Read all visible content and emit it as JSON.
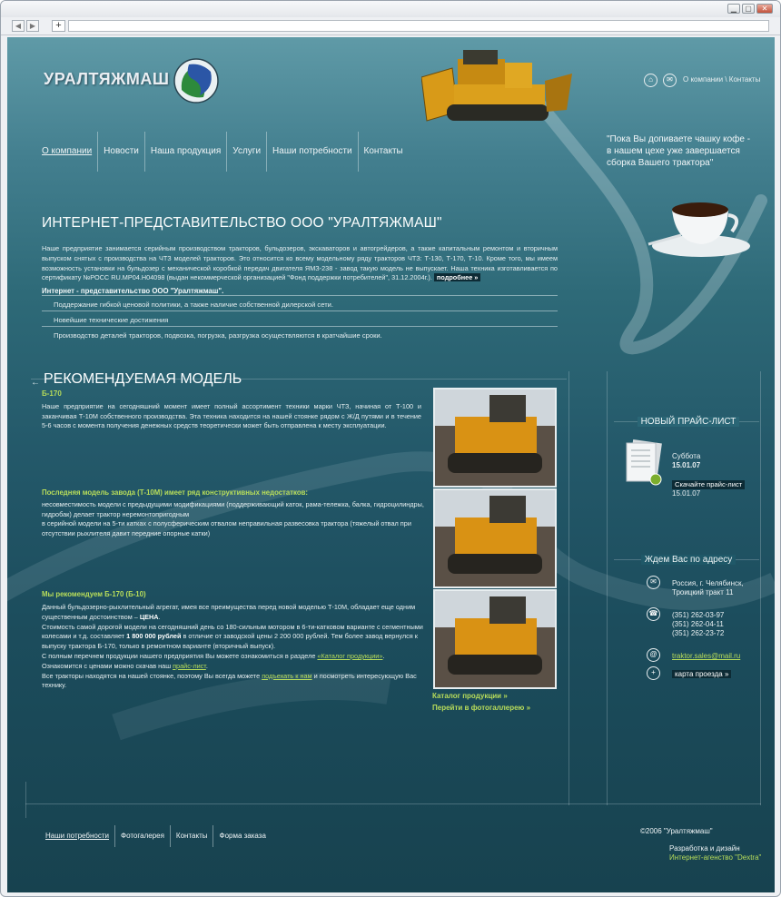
{
  "browser": {
    "minimize": "▁",
    "maximize": "▢",
    "close": "✕",
    "back": "◀",
    "forward": "▶",
    "new_tab": "+"
  },
  "site": {
    "logo_text": "УРАЛТЯЖМАШ",
    "top_links": "О компании \\ Контакты",
    "nav": [
      "О компании",
      "Новости",
      "Наша продукция",
      "Услуги",
      "Наши потребности",
      "Контакты"
    ],
    "quote": "\"Пока Вы допиваете чашку кофе - в нашем цехе уже завершается сборка Вашего трактора\""
  },
  "intro": {
    "title": "ИНТЕРНЕТ-ПРЕДСТАВИТЕЛЬСТВО ООО \"УРАЛТЯЖМАШ\"",
    "text": "Наше предприятие занимается серийным производством тракторов, бульдозеров, экскаваторов и автогрейдеров, а также капитальным ремонтом и вторичным выпуском снятых с производства на ЧТЗ моделей тракторов. Это относится ко всему модельному ряду тракторов ЧТЗ: Т-130, Т-170, Т-10. Кроме того, мы имеем возможность установки на бульдозер с механической коробкой передач двигателя ЯМЗ-238 - завод такую модель не выпускает. Наша техника изготавливается по сертификату №РОСС RU.МР04.Н04098 (выдан некоммерческой организацией \"Фонд поддержки потребителей\", 31.12.2004г.).",
    "more": "подробнее »",
    "subhead": "Интернет - представительство ООО \"Уралтяжмаш\".",
    "items": [
      "Поддержание гибкой ценовой политики, а также наличие собственной дилерской сети.",
      "Новейшие технические достижения",
      "Производство деталей тракторов, подвозка, погрузка, разгрузка осуществляются в кратчайшие сроки."
    ]
  },
  "recommended": {
    "title": "РЕКОМЕНДУЕМАЯ МОДЕЛЬ",
    "model": "Б-170",
    "p1": "Наше предприятие на сегодняшний момент имеет полный ассортимент техники марки ЧТЗ, начиная от Т-100 и заканчивая Т-10М собственного производства. Эта техника находится на нашей стоянке рядом с Ж/Д путями и в течение 5-6 часов с момента получения денежных средств теоретически может быть отправлена к месту эксплуатации.",
    "h_defects": "Последняя модель завода (Т-10М) имеет ряд конструктивных недостатков:",
    "defect_lines": [
      "несовместимость модели с предыдущими модификациями (поддерживающий каток, рама-тележка, балка, гидроцилиндры, гидробак) делает трактор неремонтопригодным",
      "в серийной модели на 5-ти катках с полусферическим отвалом неправильная развесовка трактора (тяжелый отвал при отсутствии рыхлителя давит передние опорные катки)"
    ],
    "h_recommend": "Мы рекомендуем Б-170 (Б-10)",
    "rec_1": "Данный бульдозерно-рыхлительный агрегат, имея все преимущества перед новой моделью Т-10М, обладает еще одним существенным достоинством – ",
    "rec_1_bold": "ЦЕНА",
    "rec_2": "Стоимость самой дорогой модели на сегодняшний день со 180-сильным мотором в 6-ти-катковом варианте с сегментными колесами и т.д. составляет ",
    "rec_2_bold": "1 800 000 рублей",
    "rec_2b": " в отличие от заводской цены 2 200 000 рублей. Тем более завод вернулся к выпуску трактора Б-170, только в ремонтном варианте (вторичный выпуск).",
    "rec_3": "С полным перечнем продукции нашего предприятия Вы можете ознакомиться в разделе ",
    "rec_3_link": "«Каталог продукции»",
    "rec_4": "Ознакомится с ценами можно скачав наш ",
    "rec_4_link": "прайс-лист",
    "rec_5": "Все тракторы находятся на нашей стоянке, поэтому Вы всегда можете ",
    "rec_5_link": "подъехать к нам",
    "rec_5b": " и посмотреть интересующую Вас технику.",
    "catalog_link": "Каталог продукции »",
    "gallery_link": "Перейти в фотогаллерею »"
  },
  "price": {
    "title": "НОВЫЙ ПРАЙС-ЛИСТ",
    "day": "Суббота",
    "date": "15.01.07",
    "download": "Скачайте прайс-лист",
    "download_date": "15.01.07"
  },
  "address": {
    "title": "Ждем Вас по адресу",
    "city": "Россия, г. Челябинск,",
    "street": "Троицкий тракт 11",
    "phones": [
      "(351) 262-03-97",
      "(351) 262-04-11",
      "(351) 262-23-72"
    ],
    "email": "traktor.sales@mail.ru",
    "map": "карта проезда »"
  },
  "footer": {
    "nav": [
      "Наши потребности",
      "Фотогалерея",
      "Контакты",
      "Форма заказа"
    ],
    "copyright": "©2006 \"Уралтяжмаш\"",
    "dev_label": "Разработка и дизайн",
    "agency": "Интернет-агенство \"Dextra\""
  }
}
